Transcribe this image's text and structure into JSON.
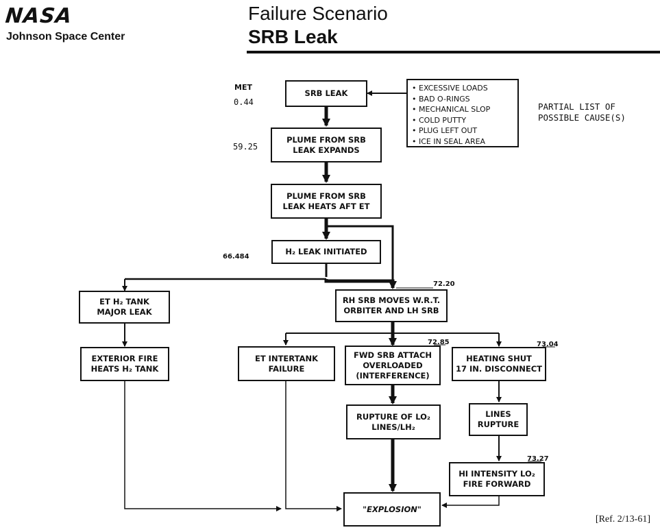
{
  "header": {
    "logo": "NASA",
    "center": "Johnson Space Center",
    "title_line1": "Failure Scenario",
    "title_line2": "SRB Leak"
  },
  "met": {
    "label": "MET",
    "values": [
      "0.44",
      "59.25",
      "66.484"
    ],
    "times": [
      "72.20",
      "72.85",
      "73.04",
      "73.27"
    ]
  },
  "boxes": {
    "srb_leak": "SRB LEAK",
    "plume_expands": "PLUME FROM SRB\nLEAK EXPANDS",
    "plume_heats": "PLUME FROM SRB\nLEAK HEATS AFT ET",
    "h2_leak": "H₂ LEAK INITIATED",
    "et_major_leak": "ET H₂ TANK\nMAJOR LEAK",
    "rh_srb_moves": "RH SRB MOVES W.R.T.\nORBITER AND LH SRB",
    "exterior_fire": "EXTERIOR FIRE\nHEATS H₂ TANK",
    "et_intertank": "ET INTERTANK\nFAILURE",
    "fwd_srb_attach": "FWD SRB ATTACH\nOVERLOADED\n(INTERFERENCE)",
    "heating_shut": "HEATING SHUT\n17 IN. DISCONNECT",
    "rupture_lo2": "RUPTURE OF LO₂\nLINES/LH₂",
    "lines_rupture": "LINES\nRUPTURE",
    "hi_intensity": "HI INTENSITY LO₂\nFIRE FORWARD",
    "explosion": "\"EXPLOSION\""
  },
  "causes": {
    "items": [
      "EXCESSIVE LOADS",
      "BAD O-RINGS",
      "MECHANICAL SLOP",
      "COLD PUTTY",
      "PLUG LEFT OUT",
      "ICE IN SEAL AREA"
    ],
    "label": "PARTIAL LIST OF\nPOSSIBLE CAUSE(S)"
  },
  "reference": "[Ref. 2/13-61]"
}
